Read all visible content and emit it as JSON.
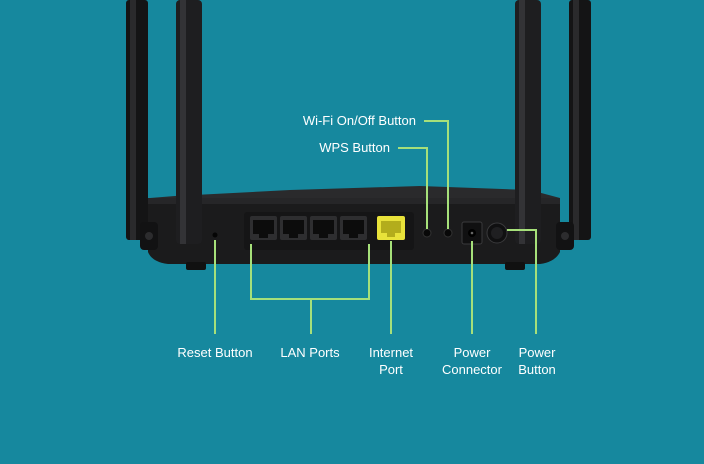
{
  "colors": {
    "background": "#16889e",
    "router_body": "#1b1b1c",
    "callout_line": "#a6e07a",
    "internet_port": "#e8e23a",
    "label_text": "#ffffff"
  },
  "labels": {
    "wifi_button": "Wi-Fi On/Off Button",
    "wps_button": "WPS Button",
    "reset_button": "Reset Button",
    "lan_ports": "LAN Ports",
    "internet_port": [
      "Internet",
      "Port"
    ],
    "power_connector": [
      "Power",
      "Connector"
    ],
    "power_button": [
      "Power",
      "Button"
    ]
  },
  "icons": {
    "lan_port": "ethernet-port-icon",
    "internet_port": "ethernet-port-icon",
    "antenna": "antenna-icon"
  }
}
